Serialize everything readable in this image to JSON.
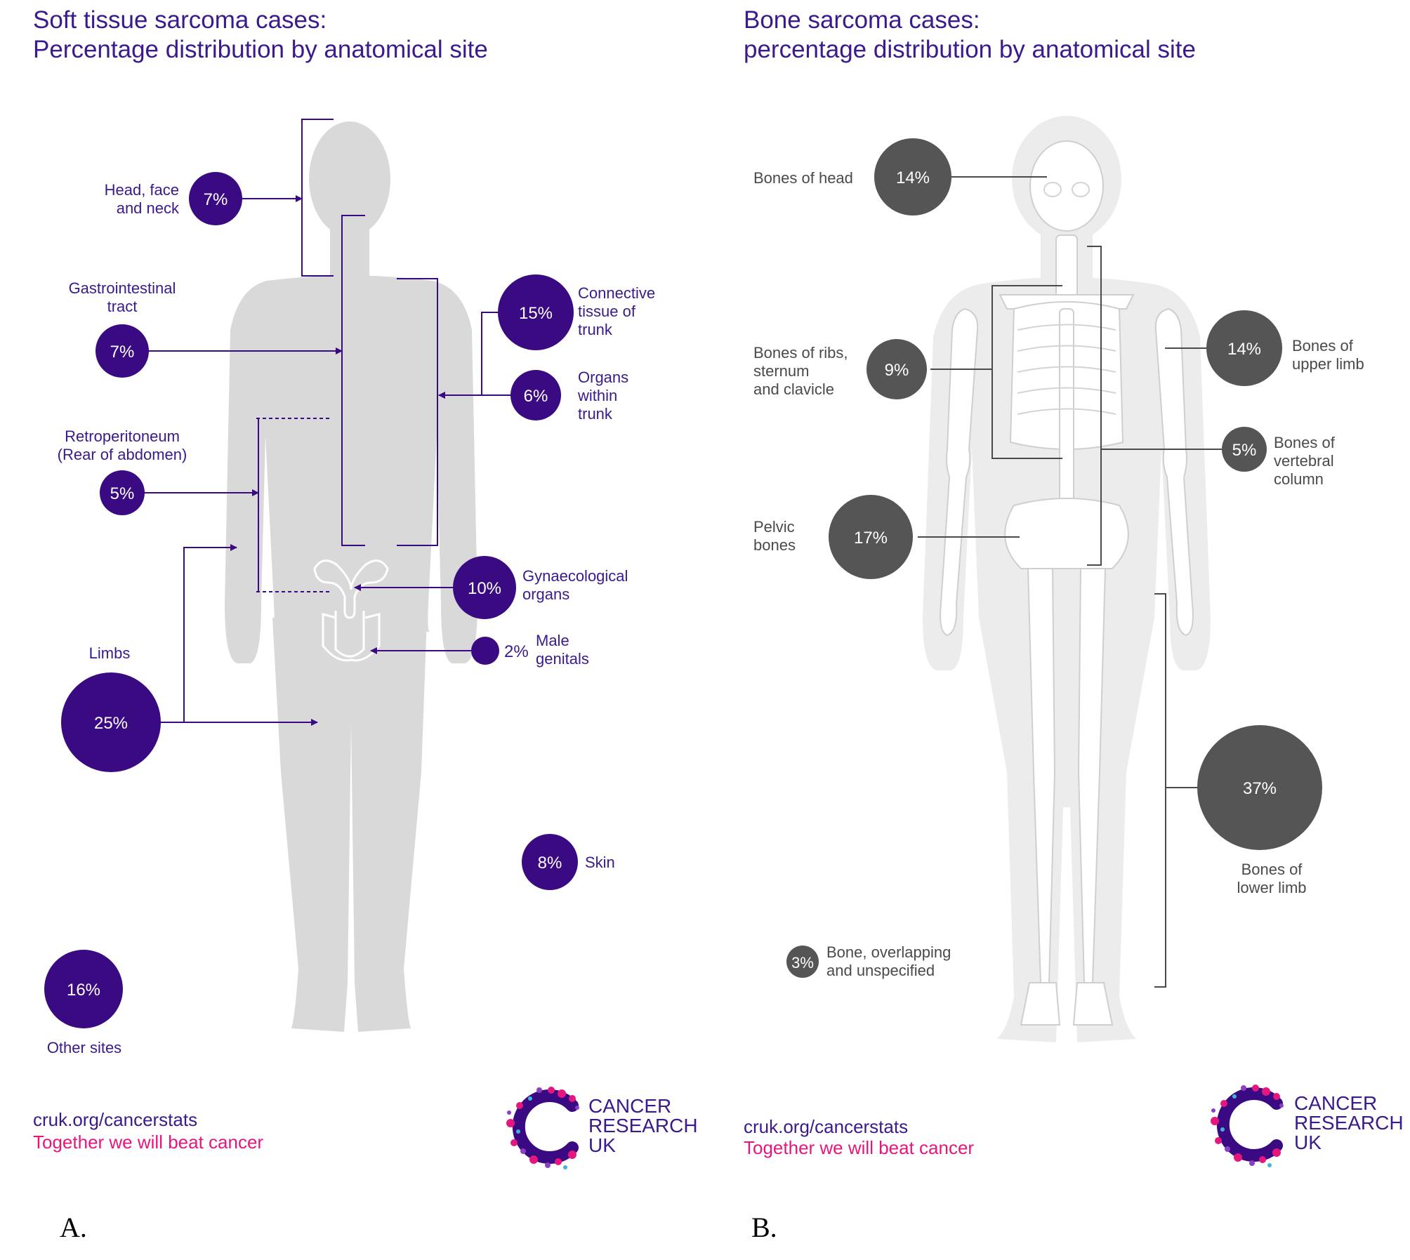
{
  "panel_a": {
    "title_line1": "Soft tissue sarcoma cases:",
    "title_line2": "Percentage distribution by anatomical site",
    "sites": [
      {
        "label1": "Head, face",
        "label2": "and neck",
        "label3": "",
        "pct": "7%"
      },
      {
        "label1": "Gastrointestinal",
        "label2": "tract",
        "label3": "",
        "pct": "7%"
      },
      {
        "label1": "Retroperitoneum",
        "label2": "(Rear of abdomen)",
        "label3": "",
        "pct": "5%"
      },
      {
        "label1": "Limbs",
        "label2": "",
        "label3": "",
        "pct": "25%"
      },
      {
        "label1": "Other sites",
        "label2": "",
        "label3": "",
        "pct": "16%"
      },
      {
        "label1": "Connective",
        "label2": "tissue of",
        "label3": "trunk",
        "pct": "15%"
      },
      {
        "label1": "Organs",
        "label2": "within",
        "label3": "trunk",
        "pct": "6%"
      },
      {
        "label1": "Gynaecological",
        "label2": "organs",
        "label3": "",
        "pct": "10%"
      },
      {
        "label1": "Male",
        "label2": "genitals",
        "label3": "",
        "pct": "2%"
      },
      {
        "label1": "Skin",
        "label2": "",
        "label3": "",
        "pct": "8%"
      }
    ],
    "footer_url": "cruk.org/cancerstats",
    "footer_tagline": "Together we will beat cancer",
    "logo": [
      "CANCER",
      "RESEARCH",
      "UK"
    ],
    "panel_label": "A."
  },
  "panel_b": {
    "title_line1": "Bone sarcoma cases:",
    "title_line2": "percentage distribution by anatomical site",
    "sites": [
      {
        "label1": "Bones of head",
        "label2": "",
        "label3": "",
        "pct": "14%"
      },
      {
        "label1": "Bones of ribs,",
        "label2": "sternum",
        "label3": "and clavicle",
        "pct": "9%"
      },
      {
        "label1": "Pelvic",
        "label2": "bones",
        "label3": "",
        "pct": "17%"
      },
      {
        "label1": "Bone, overlapping",
        "label2": "and unspecified",
        "label3": "",
        "pct": "3%"
      },
      {
        "label1": "Bones of",
        "label2": "upper limb",
        "label3": "",
        "pct": "14%"
      },
      {
        "label1": "Bones of",
        "label2": "vertebral",
        "label3": "column",
        "pct": "5%"
      },
      {
        "label1": "Bones of",
        "label2": "lower limb",
        "label3": "",
        "pct": "37%"
      }
    ],
    "footer_url": "cruk.org/cancerstats",
    "footer_tagline": "Together we will beat cancer",
    "logo": [
      "CANCER",
      "RESEARCH",
      "UK"
    ],
    "panel_label": "B."
  },
  "colors": {
    "panel_a_accent": "#3a0a82",
    "panel_a_text": "#3a1a8c",
    "panel_b_circle": "#555555",
    "panel_b_text": "#4a4a4a",
    "tagline": "#e5177f",
    "silhouette": "#d9d9d9"
  },
  "icons": [
    "human-silhouette-icon",
    "uterus-outline-icon",
    "skeleton-icon",
    "cancer-research-uk-logo-icon"
  ]
}
